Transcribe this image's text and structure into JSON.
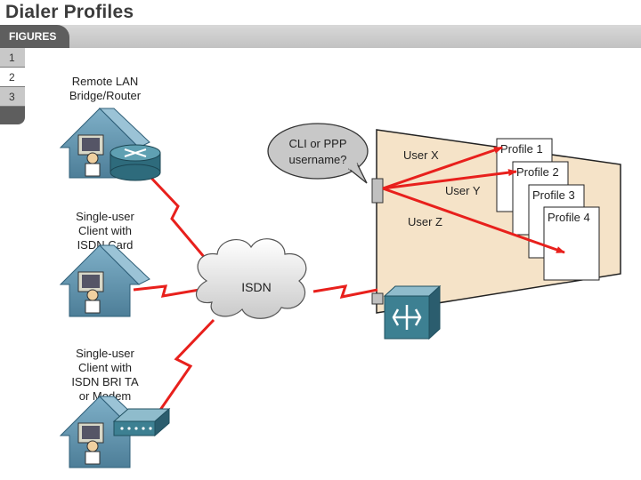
{
  "page": {
    "title": "Dialer Profiles",
    "figures_label": "FIGURES",
    "figure_tabs": [
      "1",
      "2",
      "3"
    ]
  },
  "diagram": {
    "sites": [
      {
        "label_lines": [
          "Remote LAN",
          "Bridge/Router"
        ]
      },
      {
        "label_lines": [
          "Single-user",
          "Client with",
          "ISDN Card"
        ]
      },
      {
        "label_lines": [
          "Single-user",
          "Client with",
          "ISDN BRI TA",
          "or Modem"
        ]
      }
    ],
    "cloud_label": "ISDN",
    "callout_lines": [
      "CLI or PPP",
      "username?"
    ],
    "users": [
      "User X",
      "User Y",
      "User Z"
    ],
    "profiles": [
      "Profile 1",
      "Profile 2",
      "Profile 3",
      "Profile 4"
    ]
  },
  "colors": {
    "link": "#e8201c",
    "panel": "#f5e3c8",
    "house": "#5f8ea8",
    "router": "#3d8092",
    "figbar": "#5e5e5e"
  },
  "icons": [
    "house-icon",
    "router-icon",
    "isdn-cloud-icon",
    "terminal-adapter-icon",
    "access-server-icon",
    "user-at-computer-icon"
  ]
}
